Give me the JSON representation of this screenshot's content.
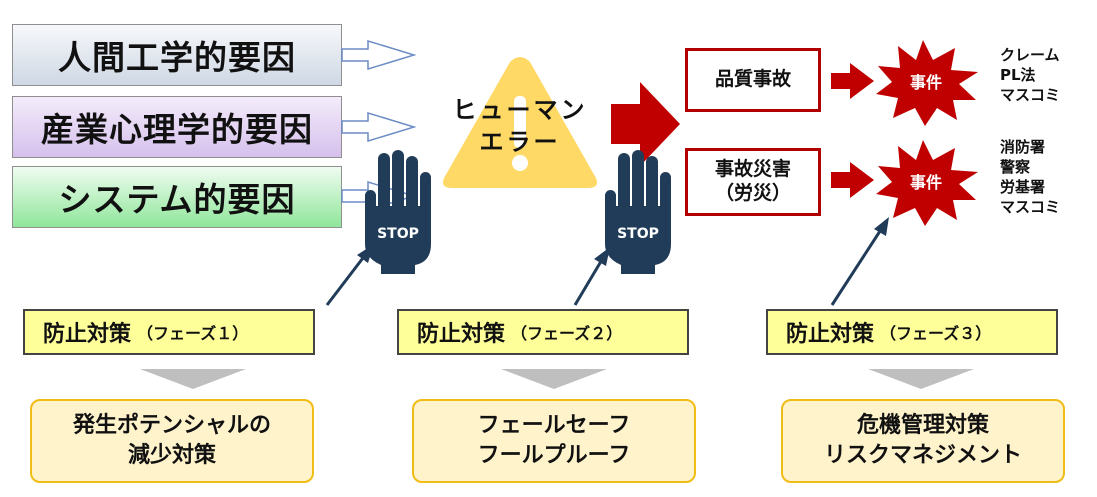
{
  "factors": [
    "人間工学的要因",
    "産業心理学的要因",
    "システム的要因"
  ],
  "warning": {
    "line1": "ヒューマン",
    "line2": "エラー"
  },
  "stop_label": "STOP",
  "events": [
    {
      "line1": "品質事故",
      "line2": ""
    },
    {
      "line1": "事故災害",
      "line2": "（労災）"
    }
  ],
  "burst_label": "事件",
  "consequences_1": [
    "クレーム",
    "PL法",
    "マスコミ"
  ],
  "consequences_2": [
    "消防署",
    "警察",
    "労基署",
    "マスコミ"
  ],
  "phases": [
    {
      "main": "防止対策",
      "sub": "（フェーズ１）"
    },
    {
      "main": "防止対策",
      "sub": "（フェーズ２）"
    },
    {
      "main": "防止対策",
      "sub": "（フェーズ３）"
    }
  ],
  "outcomes": [
    {
      "line1": "発生ポテンシャルの",
      "line2": "減少対策"
    },
    {
      "line1": "フェールセーフ",
      "line2": "フールプルーフ"
    },
    {
      "line1": "危機管理対策",
      "line2": "リスクマネジメント"
    }
  ],
  "colors": {
    "red": "#c00000",
    "hand": "#213c59",
    "warning": "#ffd966",
    "phase_fill": "#ffff9a",
    "outcome_fill": "#fff3cc"
  }
}
